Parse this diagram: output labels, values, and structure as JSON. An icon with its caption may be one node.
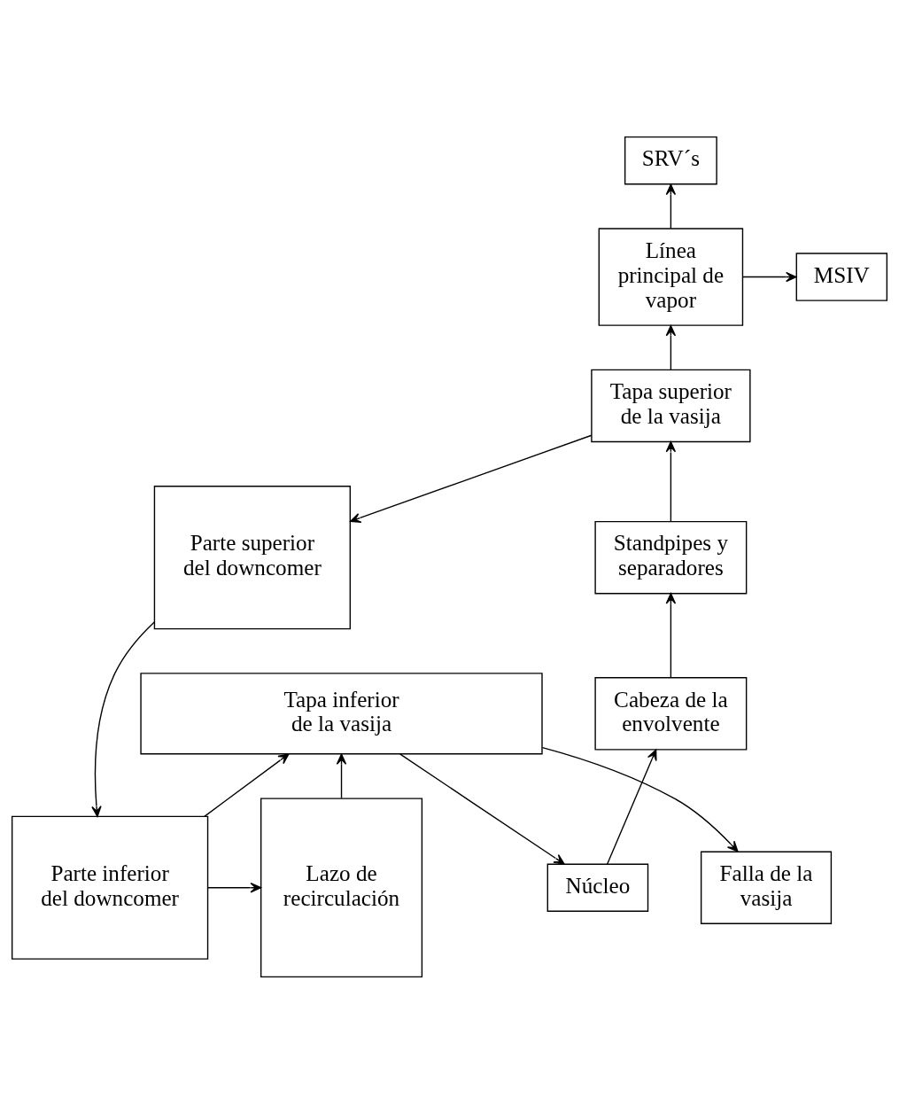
{
  "diagram": {
    "nodes": [
      {
        "text": [
          "SRV´s"
        ]
      },
      {
        "text": [
          "Línea principal de vapor"
        ]
      },
      {
        "text": [
          "MSIV"
        ]
      },
      {
        "text": [
          "Tapa superior de la vasija"
        ]
      },
      {
        "text": [
          "Standpipes y separadores"
        ]
      },
      {
        "text": [
          "Parte superior del downcomer"
        ]
      },
      {
        "text": [
          "Cabeza de la envolvente"
        ]
      },
      {
        "text": [
          "Parte inferior del downcomer"
        ]
      },
      {
        "text": [
          "Núcleo"
        ]
      },
      {
        "text": [
          "Lazo de recirculación"
        ]
      },
      {
        "text": [
          "Tapa inferior de la vasija"
        ]
      },
      {
        "text": [
          "Falla de la vasija"
        ]
      }
    ],
    "edges": [
      {
        "from": 1,
        "to": 0,
        "arrow": "to"
      },
      {
        "from": 1,
        "to": 2,
        "arrow": "to"
      },
      {
        "from": 3,
        "to": 1,
        "arrow": "to"
      },
      {
        "from": 3,
        "to": 5,
        "arrow": "to"
      },
      {
        "from": 4,
        "to": 3,
        "arrow": "to"
      },
      {
        "from": 6,
        "to": 4,
        "arrow": "to"
      },
      {
        "from": 8,
        "to": 6,
        "arrow": "to"
      },
      {
        "from": 10,
        "to": 8,
        "arrow": "to"
      },
      {
        "from": 5,
        "to": 7,
        "arrow": "to"
      },
      {
        "from": 7,
        "to": 9,
        "arrow": "to"
      },
      {
        "from": 7,
        "to": 10,
        "arrow": "to"
      },
      {
        "from": 9,
        "to": 10,
        "arrow": "to"
      },
      {
        "from": 10,
        "to": 11,
        "arrow": "to"
      }
    ]
  }
}
